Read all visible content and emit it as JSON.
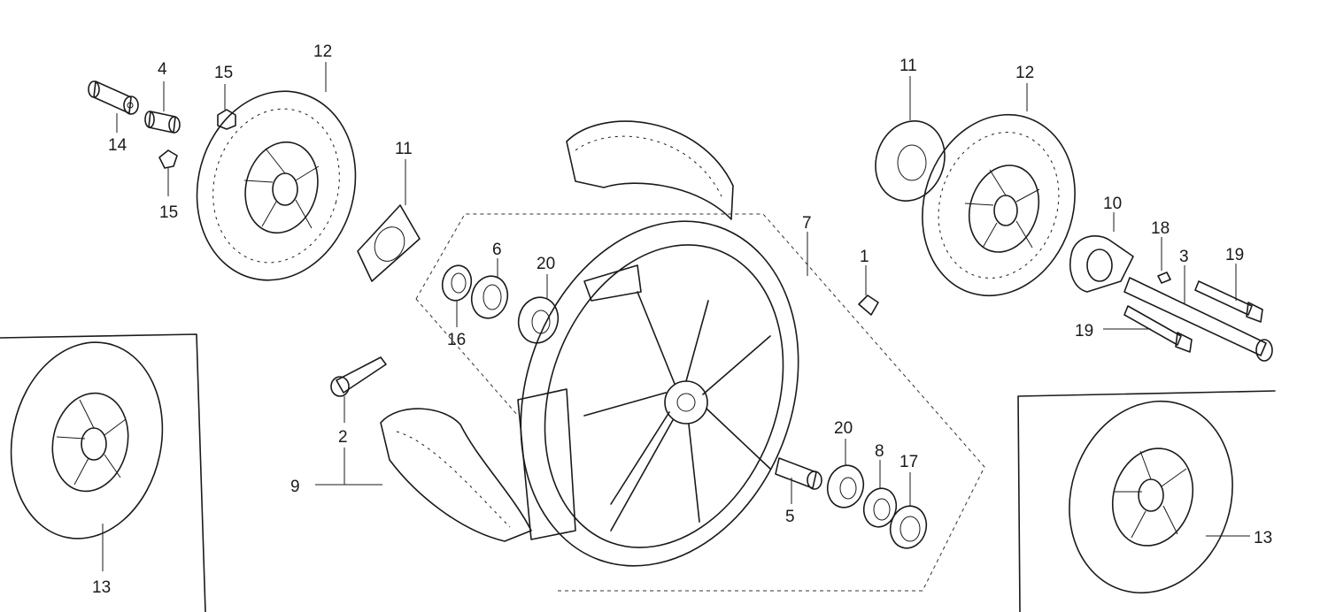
{
  "labels": {
    "rotor_bolt_14": "14",
    "collar_4": "4",
    "nut_15_top": "15",
    "nut_15_bottom": "15",
    "disc_12_left": "12",
    "cover_11_left": "11",
    "cover_11_right": "11",
    "disc_12_right": "12",
    "seal_16": "16",
    "bearing_6": "6",
    "bearing_20_left": "20",
    "wheel_7": "7",
    "weight_1": "1",
    "gearbox_10": "10",
    "pin_18": "18",
    "axle_3": "3",
    "bolt_19_top": "19",
    "bolt_19_bottom": "19",
    "valve_2": "2",
    "tire_9": "9",
    "bearing_20_right": "20",
    "retainer_8": "8",
    "seal_17": "17",
    "spacer_5": "5",
    "disc_13_left": "13",
    "disc_13_right": "13"
  }
}
